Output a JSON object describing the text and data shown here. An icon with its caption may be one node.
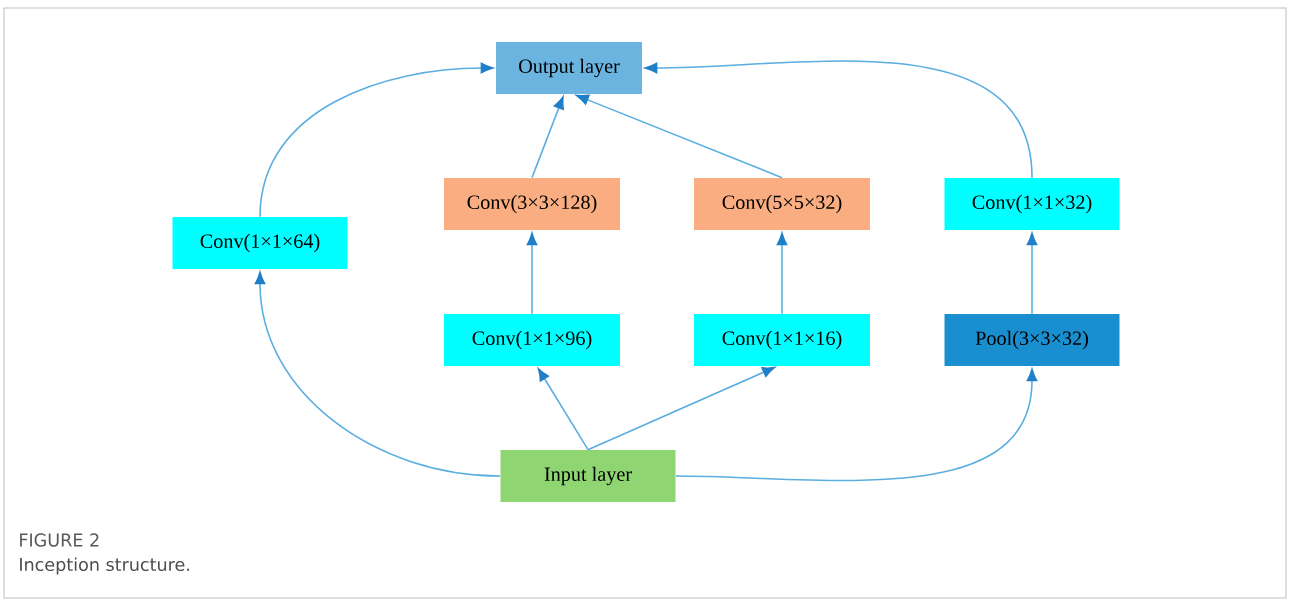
{
  "diagram": {
    "caption": "Inception structure.",
    "nodes": [
      {
        "text": [
          "Output layer"
        ]
      },
      {
        "text": [
          "Conv(1×1×64)"
        ]
      },
      {
        "text": [
          "Conv(3×3×128)"
        ]
      },
      {
        "text": [
          "Conv(5×5×32)"
        ]
      },
      {
        "text": [
          "Conv(1×1×32)"
        ]
      },
      {
        "text": [
          "Conv(1×1×96)"
        ]
      },
      {
        "text": [
          "Conv(1×1×16)"
        ]
      },
      {
        "text": [
          "Pool(3×3×32)"
        ]
      },
      {
        "text": [
          "Input layer"
        ]
      }
    ],
    "edges": [
      {
        "from": 8,
        "to": 1,
        "arrow": "to"
      },
      {
        "from": 1,
        "to": 0,
        "arrow": "to"
      },
      {
        "from": 8,
        "to": 5,
        "arrow": "to"
      },
      {
        "from": 8,
        "to": 6,
        "arrow": "to"
      },
      {
        "from": 5,
        "to": 2,
        "arrow": "to"
      },
      {
        "from": 6,
        "to": 3,
        "arrow": "to"
      },
      {
        "from": 2,
        "to": 0,
        "arrow": "to"
      },
      {
        "from": 3,
        "to": 0,
        "arrow": "to"
      },
      {
        "from": 8,
        "to": 7,
        "arrow": "to"
      },
      {
        "from": 7,
        "to": 4,
        "arrow": "to"
      },
      {
        "from": 4,
        "to": 0,
        "arrow": "to"
      }
    ],
    "labels": [
      "FIGURE 2"
    ]
  }
}
